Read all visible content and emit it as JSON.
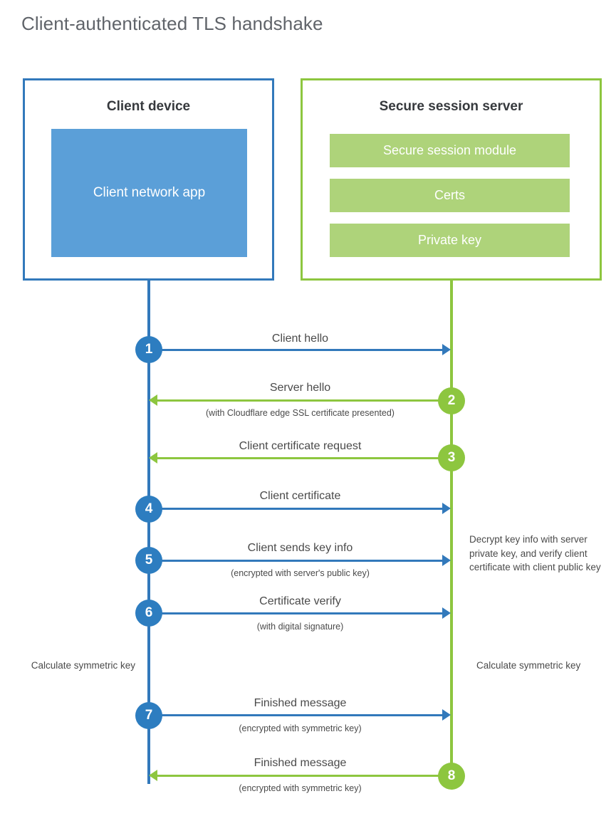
{
  "page_title": "Client-authenticated TLS handshake",
  "colors": {
    "blue_border": "#3279bb",
    "blue_fill": "#5b9fd8",
    "blue_circle": "#2d7dc0",
    "green_border": "#8dc63f",
    "green_fill": "#aed37a",
    "green_circle": "#8dc63f",
    "text": "#4a4a4a",
    "title_text": "#60646a"
  },
  "client": {
    "title": "Client device",
    "app_label": "Client network app"
  },
  "server": {
    "title": "Secure session server",
    "components": [
      "Secure session module",
      "Certs",
      "Private key"
    ]
  },
  "steps": [
    {
      "number": "1",
      "label": "Client hello",
      "sublabel": "",
      "direction": "client-to-server",
      "color": "blue"
    },
    {
      "number": "2",
      "label": "Server hello",
      "sublabel": "(with Cloudflare edge SSL certificate presented)",
      "direction": "server-to-client",
      "color": "green"
    },
    {
      "number": "3",
      "label": "Client certificate request",
      "sublabel": "",
      "direction": "server-to-client",
      "color": "green"
    },
    {
      "number": "4",
      "label": "Client certificate",
      "sublabel": "",
      "direction": "client-to-server",
      "color": "blue"
    },
    {
      "number": "5",
      "label": "Client sends key info",
      "sublabel": "(encrypted with server's public key)",
      "direction": "client-to-server",
      "color": "blue"
    },
    {
      "number": "6",
      "label": "Certificate verify",
      "sublabel": "(with digital signature)",
      "direction": "client-to-server",
      "color": "blue"
    },
    {
      "number": "7",
      "label": "Finished message",
      "sublabel": "(encrypted with symmetric key)",
      "direction": "client-to-server",
      "color": "blue"
    },
    {
      "number": "8",
      "label": "Finished message",
      "sublabel": "(encrypted with symmetric key)",
      "direction": "server-to-client",
      "color": "green"
    }
  ],
  "annotations": {
    "server_decrypt_note": "Decrypt key info with server private key, and verify client certificate with client public key",
    "client_calculate_note": "Calculate symmetric key",
    "server_calculate_note": "Calculate symmetric key"
  }
}
